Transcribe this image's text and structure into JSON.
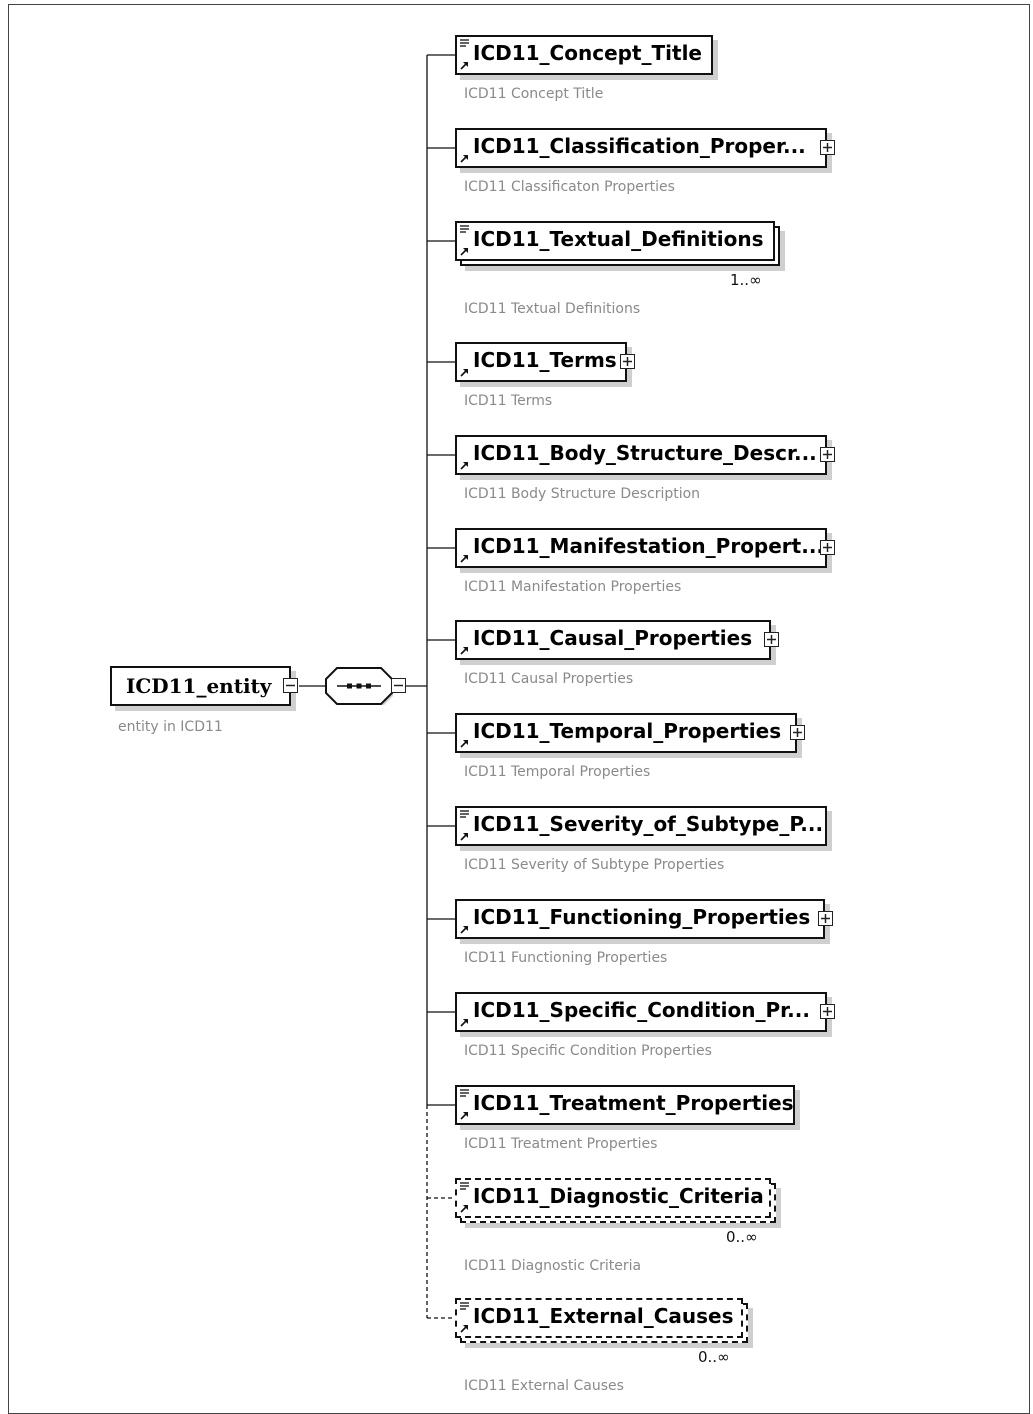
{
  "root": {
    "label": "ICD11_entity",
    "description": "entity in ICD11"
  },
  "sequence": {
    "symbol": "sequence-compositor-icon"
  },
  "children": [
    {
      "label": "ICD11_Concept_Title",
      "description": "ICD11 Concept Title",
      "expandable": false,
      "optional": false,
      "repeating": false,
      "multiplicity": "",
      "doc_icon": true
    },
    {
      "label": "ICD11_Classification_Proper...",
      "description": "ICD11 Classificaton Properties",
      "expandable": true,
      "optional": false,
      "repeating": false,
      "multiplicity": "",
      "doc_icon": false
    },
    {
      "label": "ICD11_Textual_Definitions",
      "description": "ICD11 Textual Definitions",
      "expandable": false,
      "optional": false,
      "repeating": true,
      "multiplicity": "1..∞",
      "doc_icon": true
    },
    {
      "label": "ICD11_Terms",
      "description": "ICD11 Terms",
      "expandable": true,
      "optional": false,
      "repeating": false,
      "multiplicity": "",
      "doc_icon": false
    },
    {
      "label": "ICD11_Body_Structure_Descr...",
      "description": "ICD11 Body Structure Description",
      "expandable": true,
      "optional": false,
      "repeating": false,
      "multiplicity": "",
      "doc_icon": false
    },
    {
      "label": "ICD11_Manifestation_Propert...",
      "description": "ICD11 Manifestation Properties",
      "expandable": true,
      "optional": false,
      "repeating": false,
      "multiplicity": "",
      "doc_icon": false
    },
    {
      "label": "ICD11_Causal_Properties",
      "description": "ICD11 Causal Properties",
      "expandable": true,
      "optional": false,
      "repeating": false,
      "multiplicity": "",
      "doc_icon": false
    },
    {
      "label": "ICD11_Temporal_Properties",
      "description": "ICD11 Temporal Properties",
      "expandable": true,
      "optional": false,
      "repeating": false,
      "multiplicity": "",
      "doc_icon": false
    },
    {
      "label": "ICD11_Severity_of_Subtype_P...",
      "description": "ICD11 Severity of Subtype Properties",
      "expandable": false,
      "optional": false,
      "repeating": false,
      "multiplicity": "",
      "doc_icon": true
    },
    {
      "label": "ICD11_Functioning_Properties",
      "description": "ICD11 Functioning Properties",
      "expandable": true,
      "optional": false,
      "repeating": false,
      "multiplicity": "",
      "doc_icon": false
    },
    {
      "label": "ICD11_Specific_Condition_Pr...",
      "description": "ICD11 Specific Condition Properties",
      "expandable": true,
      "optional": false,
      "repeating": false,
      "multiplicity": "",
      "doc_icon": false
    },
    {
      "label": "ICD11_Treatment_Properties",
      "description": "ICD11 Treatment Properties",
      "expandable": false,
      "optional": false,
      "repeating": false,
      "multiplicity": "",
      "doc_icon": true
    },
    {
      "label": "ICD11_Diagnostic_Criteria",
      "description": "ICD11 Diagnostic Criteria",
      "expandable": false,
      "optional": true,
      "repeating": true,
      "multiplicity": "0..∞",
      "doc_icon": true
    },
    {
      "label": "ICD11_External_Causes",
      "description": "ICD11 External Causes",
      "expandable": false,
      "optional": true,
      "repeating": true,
      "multiplicity": "0..∞",
      "doc_icon": true
    }
  ],
  "colors": {
    "border": "#111111",
    "shadow": "#cfcfcf",
    "description_text": "#8a8a8a"
  }
}
